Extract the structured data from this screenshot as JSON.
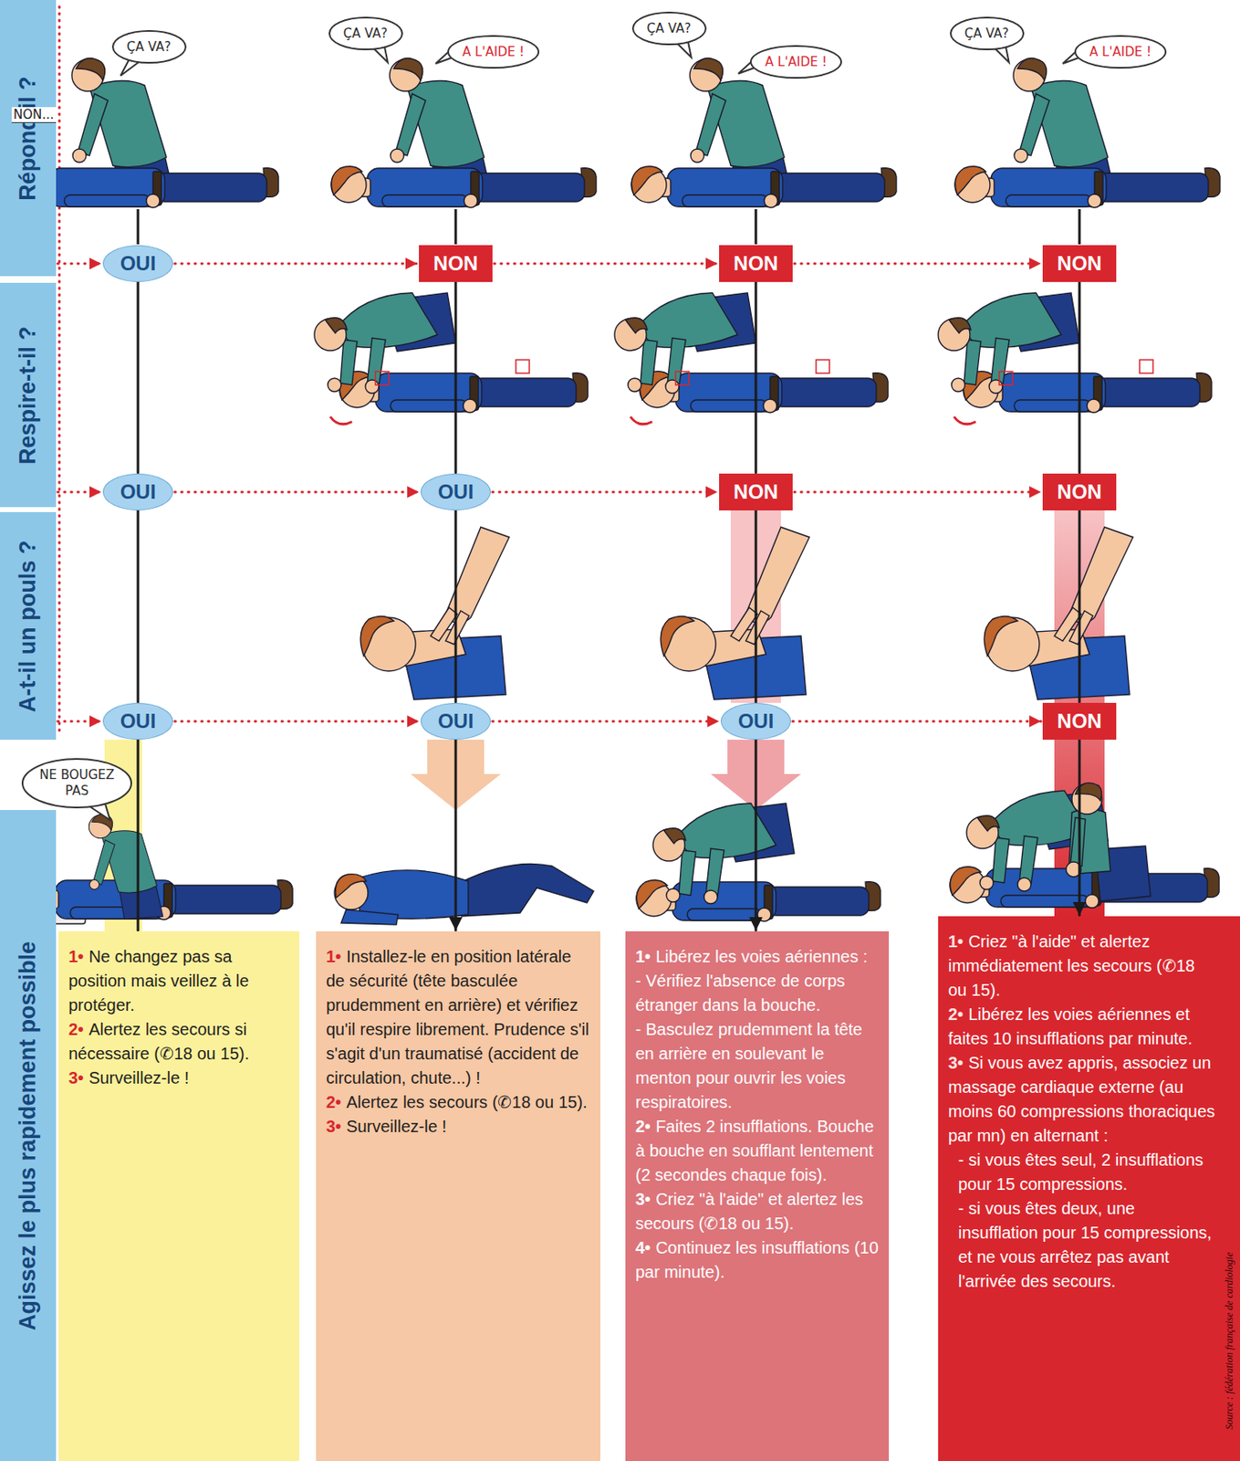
{
  "diagram": {
    "nodes": [
      {
        "text": [
          "Répond-il ?"
        ]
      },
      {
        "text": [
          "ÇA VA?"
        ]
      },
      {
        "text": [
          "ÇA VA?"
        ]
      },
      {
        "text": [
          "A L'AIDE !"
        ]
      },
      {
        "text": [
          "ÇA VA?"
        ]
      },
      {
        "text": [
          "A L'AIDE !"
        ]
      },
      {
        "text": [
          "ÇA VA?"
        ]
      },
      {
        "text": [
          "A L'AIDE !"
        ]
      },
      {
        "text": [
          "OUI"
        ]
      },
      {
        "text": [
          "NON"
        ]
      },
      {
        "text": [
          "NON"
        ]
      },
      {
        "text": [
          "NON"
        ]
      },
      {
        "text": [
          "Respire-t-il ?"
        ]
      },
      {
        "text": [
          "OUI"
        ]
      },
      {
        "text": [
          "OUI"
        ]
      },
      {
        "text": [
          "NON"
        ]
      },
      {
        "text": [
          "NON"
        ]
      },
      {
        "text": [
          "A-t-il un pouls ?"
        ]
      },
      {
        "text": [
          "OUI"
        ]
      },
      {
        "text": [
          "OUI"
        ]
      },
      {
        "text": [
          "OUI"
        ]
      },
      {
        "text": [
          "NON"
        ]
      },
      {
        "text": [
          "NE BOUGEZ PAS"
        ]
      },
      {
        "text": [
          "Agissez le plus rapidement possible"
        ]
      },
      {
        "text": [
          "1•",
          "Ne changez pas sa position mais veillez à le protéger.",
          "2•",
          "Alertez les secours si nécessaire (✆18 ou 15).",
          "3•",
          "Surveillez-le !"
        ]
      },
      {
        "text": [
          "1•",
          "Installez-le en position latérale de sécurité (tête basculée prudemment en arrière) et vérifiez qu'il respire librement. Prudence s'il s'agit d'un traumatisé (accident de circulation, chute...) !",
          "2•",
          "Alertez les secours (✆18 ou 15).",
          "3•",
          "Surveillez-le !"
        ]
      },
      {
        "text": [
          "1•",
          "Libérez les voies aériennes :",
          "- Vérifiez l'absence de corps étranger dans la bouche.",
          "- Basculez prudemment la tête en arrière en soulevant le menton pour ouvrir les voies respiratoires.",
          "2•",
          "Faites 2 insufflations. Bouche à bouche en soufflant lentement (2 secondes chaque fois).",
          "3•",
          "Criez \"à l'aide\" et alertez les secours (✆18 ou 15).",
          "4•",
          "Continuez les insufflations (10 par minute)."
        ]
      },
      {
        "text": [
          "1•",
          "Criez \"à l'aide\" et alertez immédiatement les secours (✆18 ou 15).",
          "2•",
          "Libérez les voies aériennes et faites 10 insufflations par minute.",
          "3•",
          "Si vous avez appris, associez un massage cardiaque externe (au moins 60 compressions thoraciques par mn) en alternant :",
          "- si vous êtes seul, 2 insufflations pour 15 compressions.",
          "- si vous êtes deux, une insufflation pour 15 compressions, et ne vous arrêtez pas avant l'arrivée des secours."
        ]
      }
    ],
    "edges": [
      {
        "from": 0,
        "to": 8,
        "arrow": "to"
      },
      {
        "from": 8,
        "to": 9,
        "arrow": "to"
      },
      {
        "from": 9,
        "to": 10,
        "arrow": "to"
      },
      {
        "from": 10,
        "to": 11,
        "arrow": "to"
      },
      {
        "from": 12,
        "to": 13,
        "arrow": "to"
      },
      {
        "from": 13,
        "to": 14,
        "arrow": "to"
      },
      {
        "from": 14,
        "to": 15,
        "arrow": "to"
      },
      {
        "from": 15,
        "to": 16,
        "arrow": "to"
      },
      {
        "from": 17,
        "to": 18,
        "arrow": "to"
      },
      {
        "from": 18,
        "to": 19,
        "arrow": "to"
      },
      {
        "from": 19,
        "to": 20,
        "arrow": "to"
      },
      {
        "from": 20,
        "to": 21,
        "arrow": "to"
      },
      {
        "from": 8,
        "to": 13,
        "arrow": "none"
      },
      {
        "from": 13,
        "to": 18,
        "arrow": "none"
      },
      {
        "from": 18,
        "to": 24,
        "arrow": "none"
      },
      {
        "from": 9,
        "to": 14,
        "arrow": "none"
      },
      {
        "from": 14,
        "to": 19,
        "arrow": "none"
      },
      {
        "from": 19,
        "to": 25,
        "arrow": "to"
      },
      {
        "from": 10,
        "to": 15,
        "arrow": "none"
      },
      {
        "from": 15,
        "to": 20,
        "arrow": "none"
      },
      {
        "from": 20,
        "to": 26,
        "arrow": "to"
      },
      {
        "from": 11,
        "to": 16,
        "arrow": "none"
      },
      {
        "from": 16,
        "to": 21,
        "arrow": "none"
      },
      {
        "from": 21,
        "to": 27,
        "arrow": "to"
      }
    ],
    "labels": [
      "NON...",
      "Source : fédération française de cardiologie"
    ]
  }
}
